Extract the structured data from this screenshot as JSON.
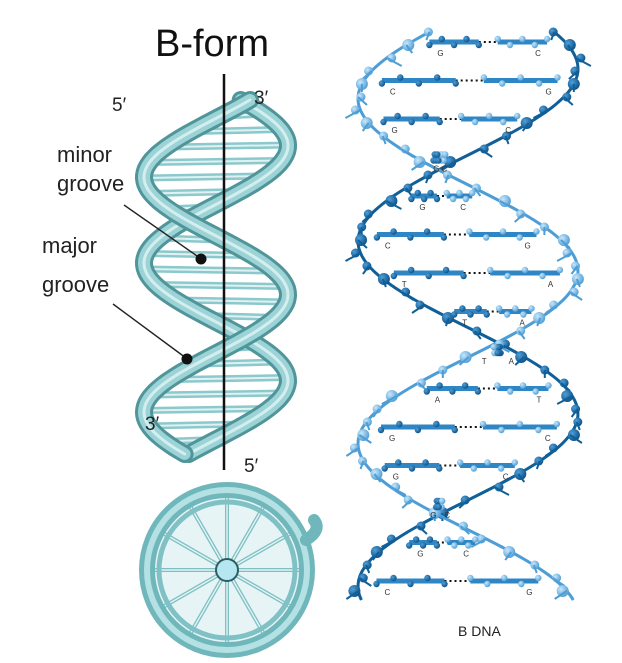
{
  "left_panel": {
    "title": "B-form",
    "labels": {
      "five_prime_top": "5′",
      "three_prime_top": "3′",
      "three_prime_bottom": "3′",
      "five_prime_bottom": "5′",
      "minor_line1": "minor",
      "minor_line2": "groove",
      "major_line1": "major",
      "major_line2": "groove"
    }
  },
  "right_panel": {
    "caption": "B DNA",
    "base_pairs": [
      [
        "G",
        "C"
      ],
      [
        "C",
        "G"
      ],
      [
        "G",
        "C"
      ],
      [
        "C",
        "G"
      ],
      [
        "G",
        "C"
      ],
      [
        "C",
        "G"
      ],
      [
        "T",
        "A"
      ],
      [
        "T",
        "A"
      ],
      [
        "A",
        "T"
      ],
      [
        "A",
        "T"
      ],
      [
        "G",
        "C"
      ],
      [
        "G",
        "C"
      ],
      [
        "C",
        "G"
      ],
      [
        "G",
        "C"
      ],
      [
        "C",
        "G"
      ]
    ]
  },
  "colors": {
    "helix_light": "#9cd3d6",
    "helix_mid": "#6fb7bb",
    "helix_dark": "#3f7f83",
    "axis": "#111111",
    "dna_dark": "#0f5f99",
    "dna_light": "#5aa7dc",
    "dna_pale": "#8cc6ec"
  }
}
